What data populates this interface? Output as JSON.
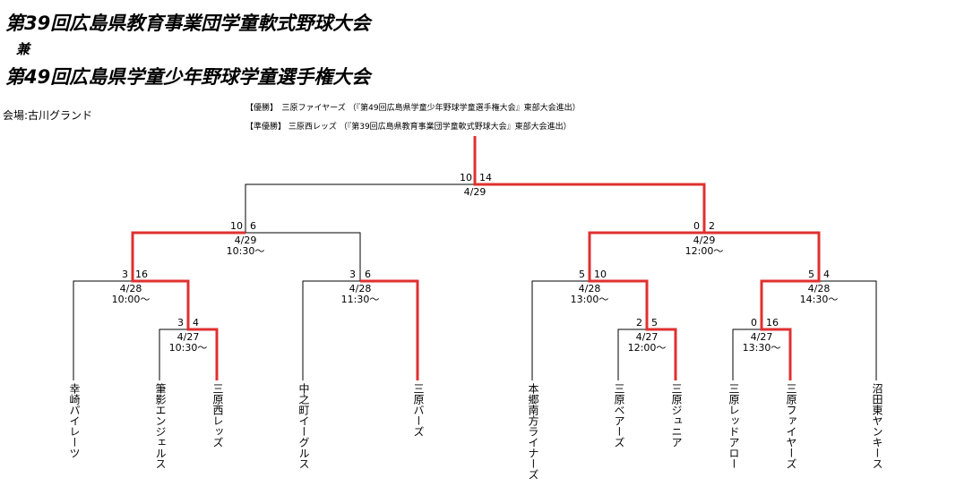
{
  "header": {
    "title_line1": "第39回広島県教育事業団学童軟式野球大会",
    "connector": "兼",
    "title_line2": "第49回広島県学童少年野球学童選手権大会",
    "venue": "会場:古川グランド"
  },
  "results": {
    "winner": "【優勝】　三原ファイヤーズ （『第49回広島県学童少年野球学童選手権大会』東部大会進出）",
    "runner_up": "【準優勝】 三原西レッズ （『第39回広島県教育事業団学童軟式野球大会』東部大会進出）"
  },
  "colors": {
    "winner_line": "#e03030",
    "line": "#000000"
  },
  "teams": [
    "幸崎パイレーツ",
    "筆影エンジェルス",
    "三原西レッズ",
    "中之町イーグルス",
    "三原バーズ",
    "本郷南方ライナーズ",
    "三原ベアーズ",
    "三原ジュニア",
    "三原レッドアロー",
    "三原ファイヤーズ",
    "沼田東ヤンキース"
  ],
  "matches": [
    {
      "id": "r1a",
      "left_score": "3",
      "right_score": "4",
      "date": "4/27",
      "time": "10:30〜"
    },
    {
      "id": "r1b",
      "left_score": "2",
      "right_score": "5",
      "date": "4/27",
      "time": "12:00〜"
    },
    {
      "id": "r1c",
      "left_score": "0",
      "right_score": "16",
      "date": "4/27",
      "time": "13:30〜"
    },
    {
      "id": "qf1",
      "left_score": "3",
      "right_score": "16",
      "date": "4/28",
      "time": "10:00〜"
    },
    {
      "id": "qf2",
      "left_score": "3",
      "right_score": "6",
      "date": "4/28",
      "time": "11:30〜"
    },
    {
      "id": "qf3",
      "left_score": "5",
      "right_score": "10",
      "date": "4/28",
      "time": "13:00〜"
    },
    {
      "id": "qf4",
      "left_score": "5",
      "right_score": "4",
      "date": "4/28",
      "time": "14:30〜"
    },
    {
      "id": "sf1",
      "left_score": "10",
      "right_score": "6",
      "date": "4/29",
      "time": "10:30〜"
    },
    {
      "id": "sf2",
      "left_score": "0",
      "right_score": "2",
      "date": "4/29",
      "time": "12:00〜"
    },
    {
      "id": "final",
      "left_score": "10",
      "right_score": "14",
      "date": "4/29",
      "time": ""
    }
  ]
}
